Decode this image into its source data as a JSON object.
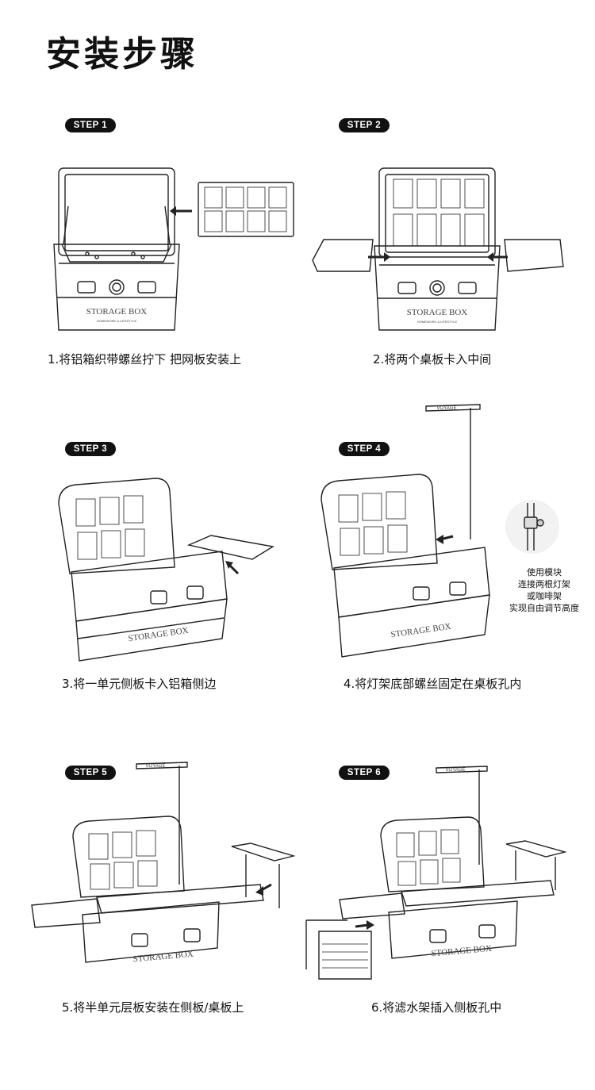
{
  "page": {
    "title": "安装步骤"
  },
  "steps": [
    {
      "badge": "STEP 1",
      "caption": "1.将铝箱织带螺丝拧下 把网板安装上"
    },
    {
      "badge": "STEP 2",
      "caption": "2.将两个桌板卡入中间"
    },
    {
      "badge": "STEP 3",
      "caption": "3.将一单元侧板卡入铝箱侧边"
    },
    {
      "badge": "STEP 4",
      "caption": "4.将灯架底部螺丝固定在桌板孔内"
    },
    {
      "badge": "STEP 5",
      "caption": "5.将半单元层板安装在侧板/桌板上"
    },
    {
      "badge": "STEP 6",
      "caption": "6.将滤水架插入侧板孔中"
    }
  ],
  "box_print": {
    "brand": "STORAGE BOX",
    "slogan": "HOMEWORK & LIFESTYLE"
  },
  "lamp_print": "VOYAGE",
  "step4_note": [
    "使用模块",
    "连接两根灯架",
    "或咖啡架",
    "实现自由调节高度"
  ]
}
